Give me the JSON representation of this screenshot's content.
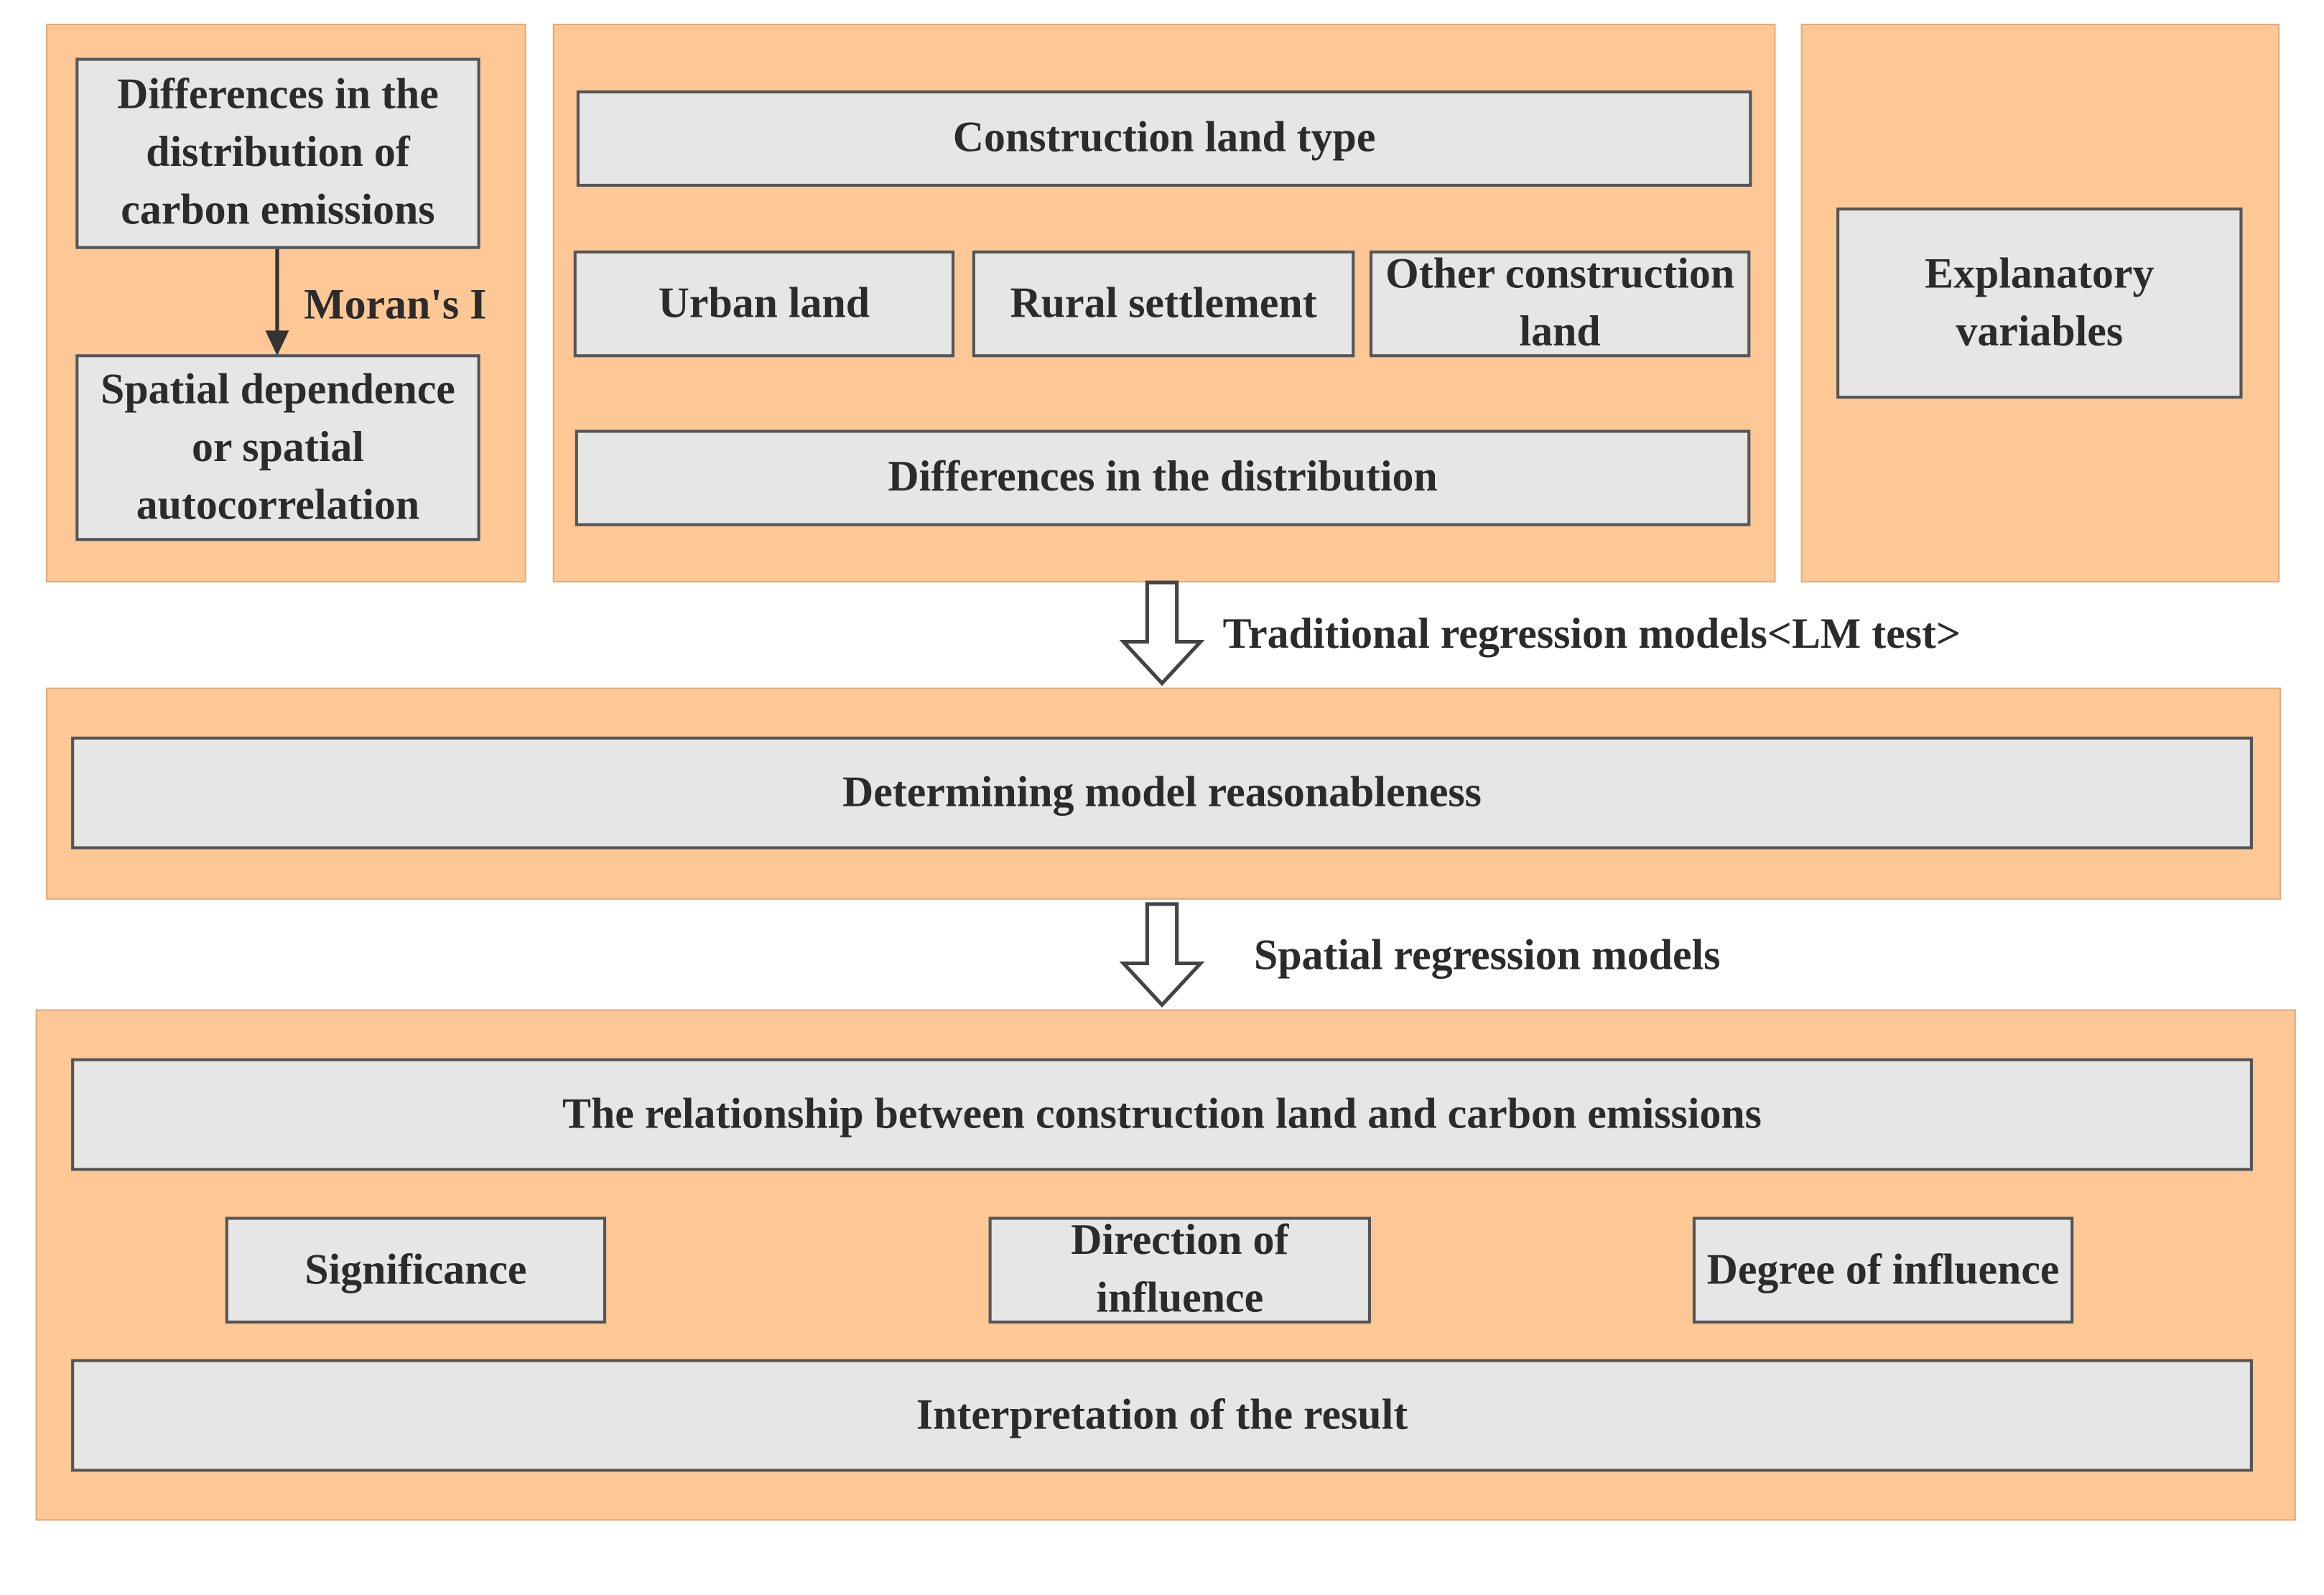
{
  "panels": {
    "moran": {
      "top_box": "Differences in the distribution of carbon emissions",
      "arrow_label": "Moran's I",
      "bottom_box": "Spatial dependence or spatial autocorrelation"
    },
    "construction": {
      "title": "Construction land type",
      "types": [
        "Urban land",
        "Rural settlement",
        "Other construction land"
      ],
      "bottom": "Differences in the distribution"
    },
    "explanatory": {
      "box": "Explanatory variables"
    },
    "model_check": {
      "box": "Determining model reasonableness"
    },
    "results": {
      "relationship": "The relationship between construction land and carbon emissions",
      "aspects": [
        "Significance",
        "Direction of influence",
        "Degree of influence"
      ],
      "interpretation": "Interpretation of the result"
    }
  },
  "flow": {
    "step1_label": "Traditional regression models<LM test>",
    "step2_label": "Spatial regression models"
  },
  "colors": {
    "panel_fill": "#fec896",
    "panel_border": "#e0ab7e",
    "box_fill": "#e6e6e6",
    "box_border": "#555555",
    "text": "#2b2b2b"
  }
}
